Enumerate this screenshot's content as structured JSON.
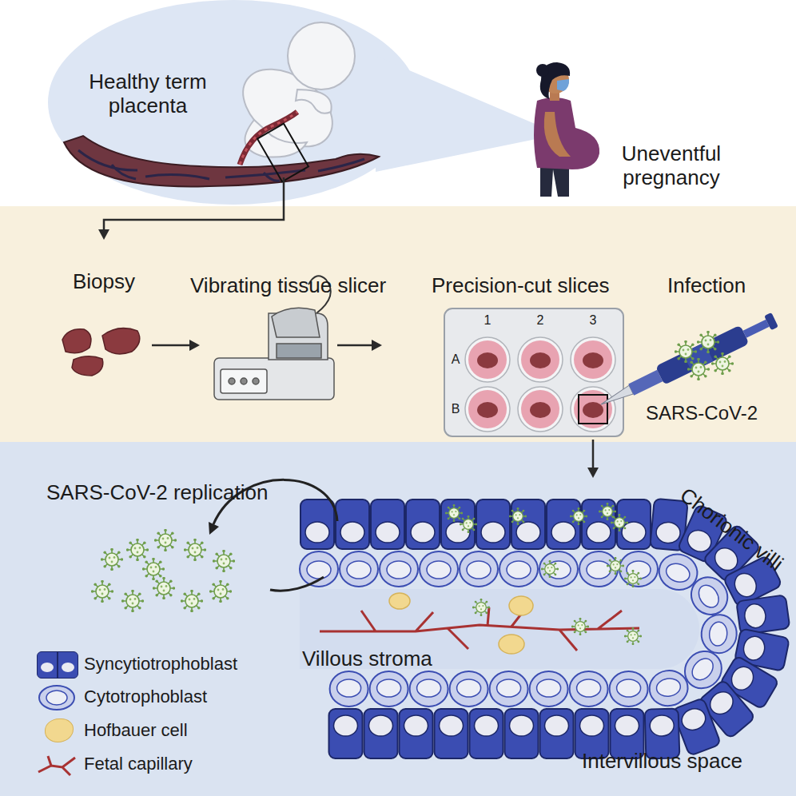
{
  "diagram": {
    "nodes": [
      {
        "text": [
          "Healthy term placenta"
        ]
      },
      {
        "text": [
          "Uneventful pregnancy"
        ]
      },
      {
        "text": [
          "Biopsy"
        ]
      },
      {
        "text": [
          "Vibrating tissue slicer"
        ]
      },
      {
        "text": [
          "Precision-cut slices"
        ]
      },
      {
        "text": [
          "Infection",
          "SARS-CoV-2"
        ]
      },
      {
        "text": [
          "Chorionic villi",
          "Villous stroma"
        ]
      }
    ],
    "edges": [
      {
        "from": 0,
        "to": 2,
        "arrow": "to"
      },
      {
        "from": 2,
        "to": 3,
        "arrow": "to"
      },
      {
        "from": 3,
        "to": 4,
        "arrow": "to"
      },
      {
        "from": 4,
        "to": 6,
        "arrow": "to"
      }
    ],
    "labels": [
      "1",
      "2",
      "3",
      "A",
      "B",
      "SARS-CoV-2 replication",
      "Intervillous space"
    ],
    "legend": [
      {
        "text": "Syncytiotrophoblast",
        "color": "#3b4db2"
      },
      {
        "text": "Cytotrophoblast"
      },
      {
        "text": "Hofbauer cell",
        "color": "#f2d88f"
      },
      {
        "text": "Fetal capillary"
      }
    ]
  }
}
